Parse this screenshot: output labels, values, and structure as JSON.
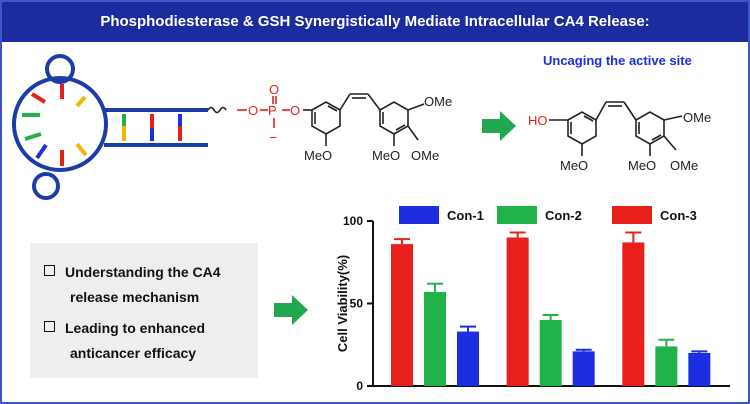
{
  "banner": {
    "title": "Phosphodiesterase & GSH Synergistically Mediate Intracellular CA4 Release:"
  },
  "scheme": {
    "uncaging_label": "Uncaging the active site",
    "left": {
      "o1": "O",
      "p": "P",
      "o_dbl": "O",
      "o_bridge": "O",
      "minus": "−",
      "ome_right": "OMe",
      "meo_a": "MeO",
      "meo_b": "MeO",
      "ome_c": "OMe"
    },
    "right": {
      "ho": "HO",
      "ome_right": "OMe",
      "meo_a": "MeO",
      "meo_b": "MeO",
      "ome_c": "OMe"
    }
  },
  "bullets": [
    {
      "line1": "Understanding the CA4",
      "line2": "release mechanism"
    },
    {
      "line1": "Leading to enhanced",
      "line2": "anticancer efficacy"
    }
  ],
  "colors": {
    "banner": "#1c2c9e",
    "frame": "#3d55c8",
    "arrow": "#1fa84f",
    "red": "#e8201c",
    "green": "#21b24a",
    "blue": "#1c2ee0",
    "yellow": "#f2b705"
  },
  "chart_data": {
    "type": "bar",
    "ylabel": "Cell Viability(%)",
    "ylim": [
      0,
      100
    ],
    "yticks": [
      0,
      50,
      100
    ],
    "legend_position": "top",
    "series": [
      {
        "name": "Con-3",
        "color": "#e8201c",
        "values": [
          86,
          90,
          87
        ],
        "errors": [
          3,
          3,
          6
        ]
      },
      {
        "name": "Con-2",
        "color": "#21b24a",
        "values": [
          57,
          40,
          24
        ],
        "errors": [
          5,
          3,
          4
        ]
      },
      {
        "name": "Con-1",
        "color": "#1c2ee0",
        "values": [
          33,
          21,
          20
        ],
        "errors": [
          3,
          1,
          1
        ]
      }
    ],
    "legend_order": [
      "Con-1",
      "Con-2",
      "Con-3"
    ]
  }
}
